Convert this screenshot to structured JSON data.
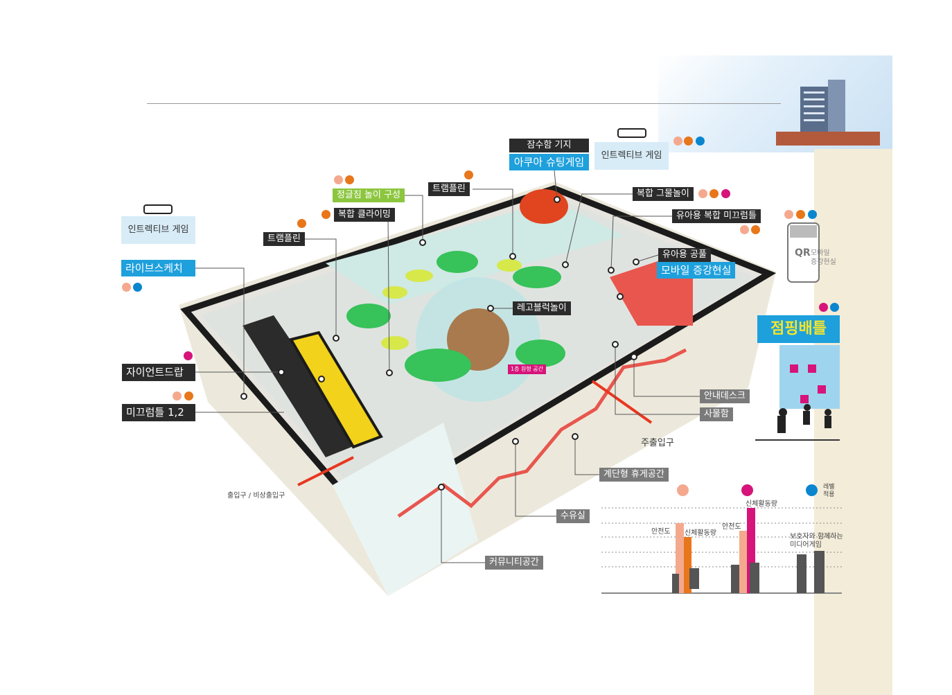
{
  "labels": {
    "interactive_game_left": "인트렉티브 게임",
    "live_sketch": "라이브스케치",
    "trampoline_1": "트램플린",
    "jungle_gym": "정글짐 놀이 구성",
    "complex_climbing": "복합 클라이밍",
    "trampoline_2": "트램플린",
    "submarine_base": "잠수함 기지",
    "aqua_shooting": "아쿠아 슈팅게임",
    "interactive_game_top": "인트렉티브 게임",
    "complex_net": "복합 그물놀이",
    "toddler_slide": "유아용 복합 미끄럼틀",
    "toddler_ball_pool": "유아용 공풀",
    "mobile_ar": "모바일 증강현실",
    "lego_block": "레고블럭놀이",
    "first_floor_circle": "1층 원형 공간",
    "giant_drop": "자이언트드랍",
    "slide_1_2": "미끄럼틀 1,2",
    "info_desk": "안내데스크",
    "locker": "사물함",
    "main_entrance": "주출입구",
    "stair_lounge": "계단형 휴게공간",
    "nursing_room": "수유실",
    "community_space": "커뮤니티공간",
    "entrance_emergency": "출입구 / 비상출입구",
    "jumping_battle": "점핑배틀",
    "qr_title": "QR",
    "qr_text_1": "모바일",
    "qr_text_2": "증강현실"
  },
  "legend_chart": {
    "level_label_1": "레벨",
    "level_label_2": "적용",
    "group1_safety": "안전도",
    "group1_activity": "신체활동량",
    "group2_safety": "안전도",
    "group2_activity": "신체활동량",
    "group3_text_1": "보호자와 함께하는",
    "group3_text_2": "미디어게임"
  },
  "colors": {
    "pink": "#f4a98f",
    "orange": "#e8761b",
    "blue": "#0a86cf",
    "magenta": "#d6147a"
  }
}
